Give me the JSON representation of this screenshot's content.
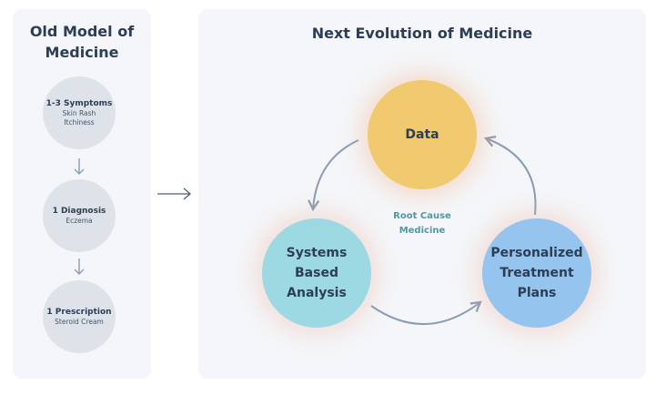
{
  "old_model": {
    "title_line1": "Old Model of",
    "title_line2": "Medicine",
    "steps": [
      {
        "head": "1-3 Symptoms",
        "sub": [
          "Skin Rash",
          "Itchiness"
        ]
      },
      {
        "head": "1 Diagnosis",
        "sub": [
          "Eczema"
        ]
      },
      {
        "head": "1 Prescription",
        "sub": [
          "Steroid Cream"
        ]
      }
    ]
  },
  "new_model": {
    "title": "Next Evolution of Medicine",
    "center_label": [
      "Root Cause",
      "Medicine"
    ],
    "nodes": {
      "data": [
        "Data"
      ],
      "systems": [
        "Systems",
        "Based",
        "Analysis"
      ],
      "plans": [
        "Personalized",
        "Treatment",
        "Plans"
      ]
    }
  },
  "colors": {
    "panel_bg": "#f4f6f9",
    "title_text": "#2c3e55",
    "old_step_bg": "#dee3ea",
    "data_node": "#f1c96e",
    "systems_node": "#9dd9e3",
    "plans_node": "#95c4ee",
    "center_label": "#4a9ba3",
    "arrow": "#8c9cb1"
  }
}
